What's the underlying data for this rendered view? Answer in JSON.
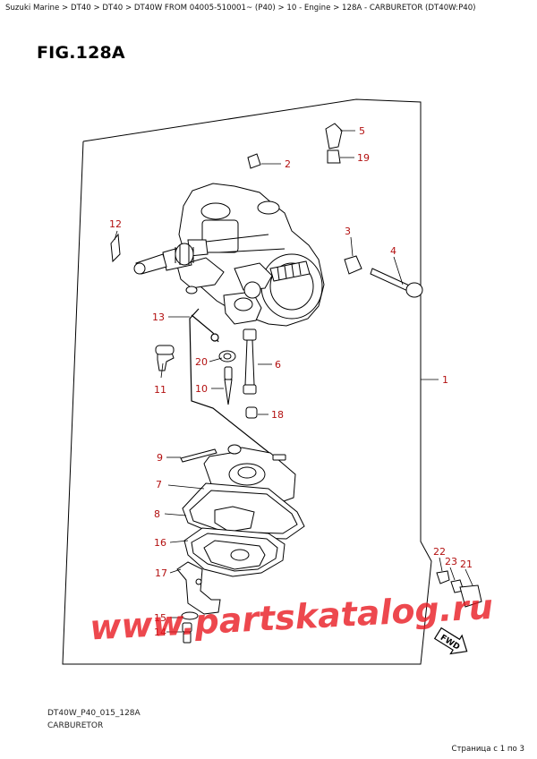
{
  "breadcrumb": "Suzuki Marine > DT40 > DT40 > DT40W FROM 04005-510001~ (P40) > 10 - Engine > 128A - CARBURETOR (DT40W:P40)",
  "figure_title": "FIG.128A",
  "callouts": {
    "c1": "1",
    "c2": "2",
    "c3": "3",
    "c4": "4",
    "c5": "5",
    "c6": "6",
    "c7": "7",
    "c8": "8",
    "c9": "9",
    "c10": "10",
    "c11": "11",
    "c12": "12",
    "c13": "13",
    "c14": "14",
    "c15": "15",
    "c16": "16",
    "c17": "17",
    "c18": "18",
    "c19": "19",
    "c20": "20",
    "c21": "21",
    "c22": "22",
    "c23": "23"
  },
  "fwd_label": "FWD",
  "watermark": "www.partskatalog.ru",
  "footer": {
    "diagram_code": "DT40W_P40_015_128A",
    "diagram_name": "CARBURETOR"
  },
  "page_indicator": "Страница с 1 по 3",
  "colors": {
    "callout": "#b31010",
    "watermark": "#e8141c",
    "line": "#000000"
  },
  "icons": {
    "fwd": "fwd-arrow-icon"
  }
}
